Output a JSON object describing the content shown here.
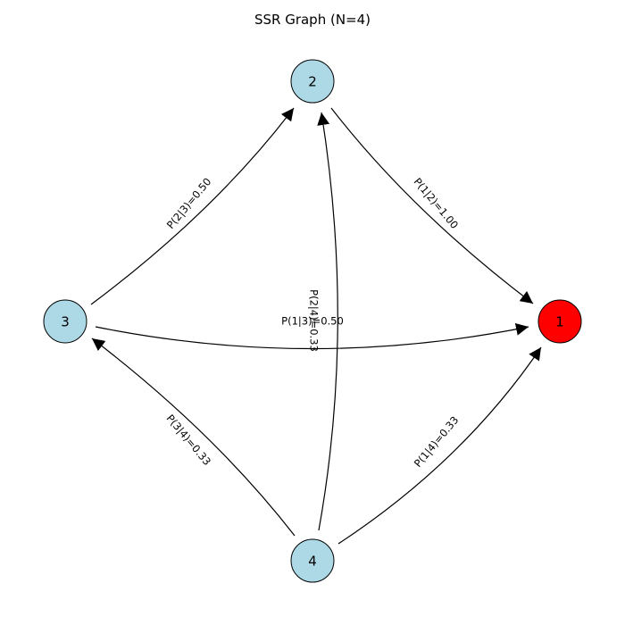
{
  "title": "SSR Graph (N=4)",
  "colors": {
    "node_default": "#add8e6",
    "node_target": "#ff0000",
    "edge": "#000000"
  },
  "nodes": [
    {
      "id": "1",
      "label": "1",
      "color": "#ff0000"
    },
    {
      "id": "2",
      "label": "2",
      "color": "#add8e6"
    },
    {
      "id": "3",
      "label": "3",
      "color": "#add8e6"
    },
    {
      "id": "4",
      "label": "4",
      "color": "#add8e6"
    }
  ],
  "edges": [
    {
      "from": "2",
      "to": "1",
      "label": "P(1|2)=1.00"
    },
    {
      "from": "3",
      "to": "2",
      "label": "P(2|3)=0.50"
    },
    {
      "from": "3",
      "to": "1",
      "label": "P(1|3)=0.50"
    },
    {
      "from": "4",
      "to": "3",
      "label": "P(3|4)=0.33"
    },
    {
      "from": "4",
      "to": "2",
      "label": "P(2|4)=0.33"
    },
    {
      "from": "4",
      "to": "1",
      "label": "P(1|4)=0.33"
    }
  ]
}
